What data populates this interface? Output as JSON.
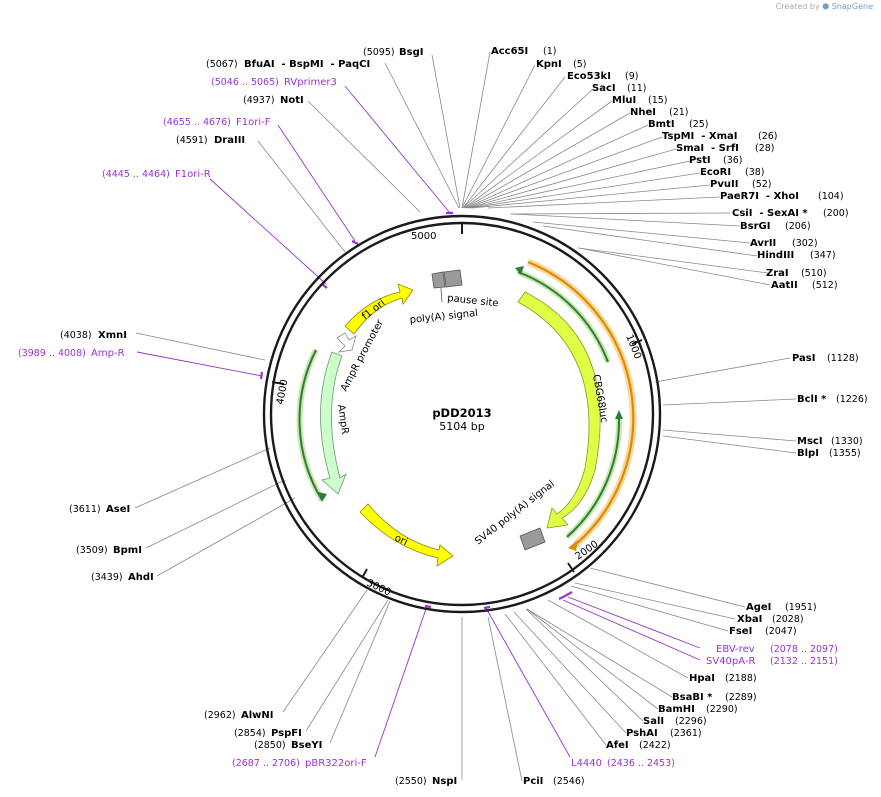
{
  "credit": {
    "prefix": "Created by",
    "brand": "SnapGene"
  },
  "plasmid": {
    "name": "pDD2013",
    "length_label": "5104 bp",
    "length": 5104
  },
  "ticks": [
    "1000",
    "2000",
    "3000",
    "4000",
    "5000"
  ],
  "enzymes_right": [
    {
      "name": "Acc65I",
      "pos": "(1)"
    },
    {
      "name": "KpnI",
      "pos": "(5)"
    },
    {
      "name": "Eco53kI",
      "pos": "(9)"
    },
    {
      "name": "SacI",
      "pos": "(11)"
    },
    {
      "name": "MluI",
      "pos": "(15)"
    },
    {
      "name": "NheI",
      "pos": "(21)"
    },
    {
      "name": "BmtI",
      "pos": "(25)"
    },
    {
      "name": "TspMI  - XmaI",
      "pos": "(26)"
    },
    {
      "name": "SmaI  - SrfI",
      "pos": "(28)"
    },
    {
      "name": "PstI",
      "pos": "(36)"
    },
    {
      "name": "EcoRI",
      "pos": "(38)"
    },
    {
      "name": "PvuII",
      "pos": "(52)"
    },
    {
      "name": "PaeR7I  - XhoI",
      "pos": "(104)"
    },
    {
      "name": "CsiI  - SexAI *",
      "pos": "(200)"
    },
    {
      "name": "BsrGI",
      "pos": "(206)"
    },
    {
      "name": "AvrII",
      "pos": "(302)"
    },
    {
      "name": "HindIII",
      "pos": "(347)"
    },
    {
      "name": "ZraI",
      "pos": "(510)"
    },
    {
      "name": "AatII",
      "pos": "(512)"
    },
    {
      "name": "PasI",
      "pos": "(1128)"
    },
    {
      "name": "BclI *",
      "pos": "(1226)"
    },
    {
      "name": "MscI",
      "pos": "(1330)"
    },
    {
      "name": "BlpI",
      "pos": "(1355)"
    },
    {
      "name": "AgeI",
      "pos": "(1951)"
    },
    {
      "name": "XbaI",
      "pos": "(2028)"
    },
    {
      "name": "FseI",
      "pos": "(2047)"
    },
    {
      "name": "HpaI",
      "pos": "(2188)"
    },
    {
      "name": "BsaBI *",
      "pos": "(2289)"
    },
    {
      "name": "BamHI",
      "pos": "(2290)"
    },
    {
      "name": "SalI",
      "pos": "(2296)"
    },
    {
      "name": "PshAI",
      "pos": "(2361)"
    },
    {
      "name": "AfeI",
      "pos": "(2422)"
    },
    {
      "name": "PciI",
      "pos": "(2546)"
    }
  ],
  "enzymes_left": [
    {
      "name": "BsgI",
      "pos": "(5095)"
    },
    {
      "name": "BfuAI  - BspMI  - PaqCI",
      "pos": "(5067)"
    },
    {
      "name": "NotI",
      "pos": "(4937)"
    },
    {
      "name": "DraIII",
      "pos": "(4591)"
    },
    {
      "name": "XmnI",
      "pos": "(4038)"
    },
    {
      "name": "AseI",
      "pos": "(3611)"
    },
    {
      "name": "BpmI",
      "pos": "(3509)"
    },
    {
      "name": "AhdI",
      "pos": "(3439)"
    },
    {
      "name": "AlwNI",
      "pos": "(2962)"
    },
    {
      "name": "PspFI",
      "pos": "(2854)"
    },
    {
      "name": "BseYI",
      "pos": "(2850)"
    },
    {
      "name": "NspI",
      "pos": "(2550)"
    }
  ],
  "primers": [
    {
      "name": "RVprimer3",
      "pos": "(5046 .. 5065)"
    },
    {
      "name": "F1ori-F",
      "pos": "(4655 .. 4676)"
    },
    {
      "name": "F1ori-R",
      "pos": "(4445 .. 4464)"
    },
    {
      "name": "Amp-R",
      "pos": "(3989 .. 4008)"
    },
    {
      "name": "EBV-rev",
      "pos": "(2078 .. 2097)"
    },
    {
      "name": "SV40pA-R",
      "pos": "(2132 .. 2151)"
    },
    {
      "name": "L4440",
      "pos": "(2436 .. 2453)"
    },
    {
      "name": "pBR322ori-F",
      "pos": "(2687 .. 2706)"
    }
  ],
  "features": {
    "pause_site": "pause site",
    "polya_signal": "poly(A) signal",
    "cbg68luc": "CBG68luc",
    "sv40_polya": "SV40 poly(A) signal",
    "ori": "ori",
    "ampr": "AmpR",
    "ampr_promoter": "AmpR promoter",
    "f1_ori": "f1 ori"
  },
  "colors": {
    "backbone": "#1a1a1a",
    "enzyme_line": "#888888",
    "primer": "#9933cc",
    "feature_yellow": "#ffff00",
    "feature_cbg": "#ddff44",
    "feature_ampr": "#ccffcc",
    "feature_gray": "#999999",
    "orf_orange": "#e08a00",
    "orf_green": "#228b22"
  }
}
